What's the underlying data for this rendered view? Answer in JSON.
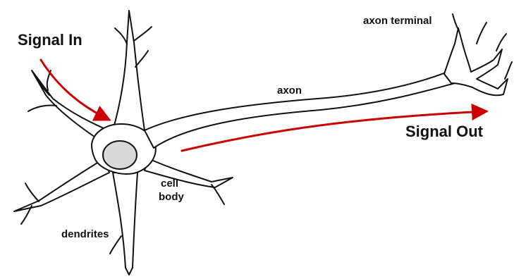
{
  "labels": {
    "signal_in": "Signal In",
    "signal_out": "Signal Out",
    "axon": "axon",
    "axon_terminal": "axon terminal",
    "dendrites": "dendrites",
    "cell_body_line1": "cell",
    "cell_body_line2": "body"
  },
  "colors": {
    "signal_arrow": "#cc0000",
    "nucleus_fill": "#d9d9d9",
    "outline": "#111111"
  }
}
